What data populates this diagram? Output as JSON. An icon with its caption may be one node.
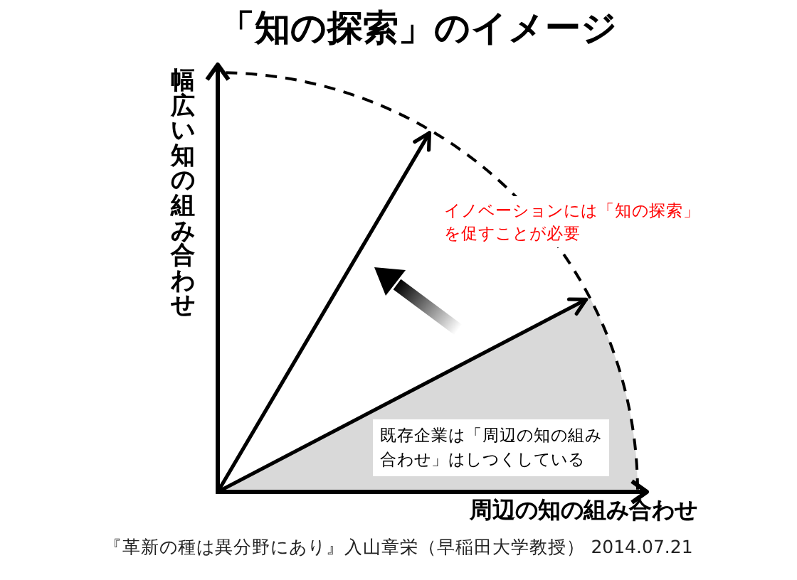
{
  "diagram": {
    "title": "「知の探索」のイメージ",
    "caption": "『革新の種は異分野にあり』入山章栄（早稲田大学教授） 2014.07.21",
    "nodes": [
      {
        "text": [
          "イノベーションには「知の探索」を促すことが必要"
        ]
      },
      {
        "text": [
          "既存企業は「周辺の知の組み合わせ」はしつくしている"
        ]
      }
    ],
    "labels": [
      "幅広い知の組み合わせ",
      "周辺の知の組み合わせ"
    ]
  }
}
